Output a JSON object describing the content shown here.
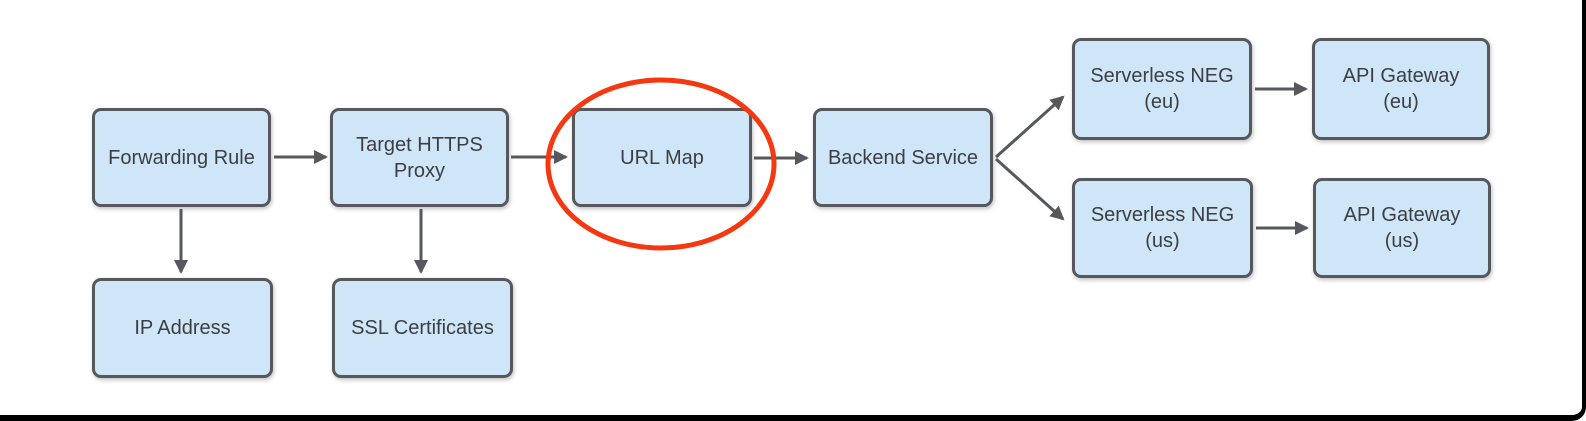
{
  "diagram": {
    "nodes": [
      {
        "id": "forwarding-rule",
        "label": "Forwarding Rule"
      },
      {
        "id": "target-https-proxy",
        "label": "Target HTTPS\nProxy"
      },
      {
        "id": "url-map",
        "label": "URL Map"
      },
      {
        "id": "backend-service",
        "label": "Backend Service"
      },
      {
        "id": "serverless-neg-eu",
        "label": "Serverless NEG\n(eu)"
      },
      {
        "id": "api-gateway-eu",
        "label": "API Gateway\n(eu)"
      },
      {
        "id": "serverless-neg-us",
        "label": "Serverless NEG\n(us)"
      },
      {
        "id": "api-gateway-us",
        "label": "API Gateway\n(us)"
      },
      {
        "id": "ip-address",
        "label": "IP Address"
      },
      {
        "id": "ssl-certificates",
        "label": "SSL Certificates"
      }
    ],
    "edges": [
      {
        "from": "forwarding-rule",
        "to": "target-https-proxy"
      },
      {
        "from": "target-https-proxy",
        "to": "url-map"
      },
      {
        "from": "url-map",
        "to": "backend-service"
      },
      {
        "from": "backend-service",
        "to": "serverless-neg-eu"
      },
      {
        "from": "backend-service",
        "to": "serverless-neg-us"
      },
      {
        "from": "serverless-neg-eu",
        "to": "api-gateway-eu"
      },
      {
        "from": "serverless-neg-us",
        "to": "api-gateway-us"
      },
      {
        "from": "forwarding-rule",
        "to": "ip-address"
      },
      {
        "from": "target-https-proxy",
        "to": "ssl-certificates"
      }
    ],
    "annotations": {
      "highlight": {
        "shape": "ellipse",
        "target": "url-map",
        "color": "#f5380f"
      }
    }
  },
  "colors": {
    "node_fill": "#cfe6f9",
    "node_border": "#55585c",
    "node_text": "#3b3e42",
    "edge": "#55585c",
    "highlight": "#f5380f",
    "frame": "#000000",
    "background": "#ffffff"
  }
}
